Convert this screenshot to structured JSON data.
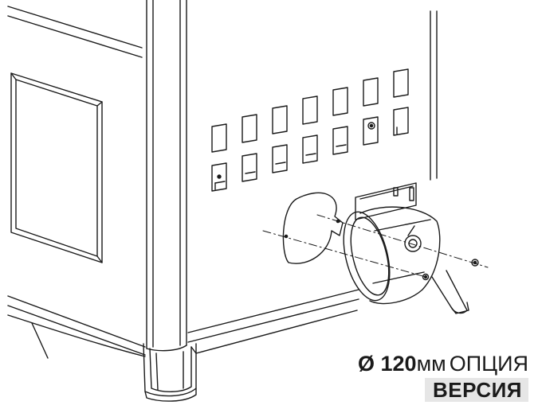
{
  "caption": {
    "diameter": "Ø 120",
    "unit": "мм",
    "option": "ОПЦИЯ",
    "version": "ВЕРСИЯ"
  }
}
